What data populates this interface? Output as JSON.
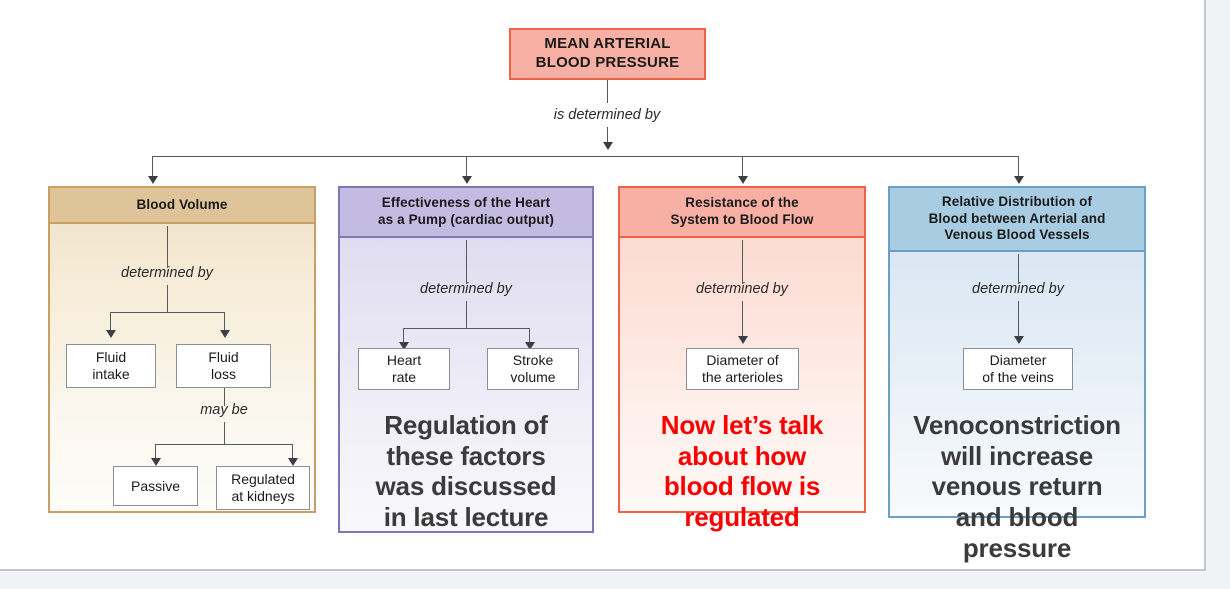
{
  "diagram": {
    "root": {
      "label_line1": "MEAN ARTERIAL",
      "label_line2": "BLOOD PRESSURE",
      "connector_label": "is determined by",
      "fill": "#f7b0a3",
      "border": "#ee6248"
    },
    "columns": [
      {
        "id": "blood-volume",
        "header_lines": [
          "Blood Volume"
        ],
        "connector_label": "determined by",
        "header_fill": "#dfc49a",
        "border": "#c8a063",
        "leaves": [
          {
            "lines": [
              "Fluid",
              "intake"
            ]
          },
          {
            "lines": [
              "Fluid",
              "loss"
            ]
          }
        ],
        "sub_connector_label": "may be",
        "sub_leaves": [
          {
            "lines": [
              "Passive"
            ]
          },
          {
            "lines": [
              "Regulated",
              "at kidneys"
            ]
          }
        ]
      },
      {
        "id": "heart-effectiveness",
        "header_lines": [
          "Effectiveness of the Heart",
          "as a Pump (cardiac output)"
        ],
        "connector_label": "determined by",
        "header_fill": "#c3bbe2",
        "border": "#7f76b8",
        "leaves": [
          {
            "lines": [
              "Heart",
              "rate"
            ]
          },
          {
            "lines": [
              "Stroke",
              "volume"
            ]
          }
        ],
        "note": {
          "lines": [
            "Regulation of",
            "these factors",
            "was discussed",
            "in last lecture"
          ],
          "color": "#3b3b3b"
        }
      },
      {
        "id": "resistance",
        "header_lines": [
          "Resistance of the",
          "System to Blood Flow"
        ],
        "connector_label": "determined by",
        "header_fill": "#f7b0a3",
        "border": "#ef6248",
        "leaves": [
          {
            "lines": [
              "Diameter of",
              "the arterioles"
            ]
          }
        ],
        "note": {
          "lines": [
            "Now let’s talk",
            "about how",
            "blood flow is",
            "regulated"
          ],
          "color": "#fa0000"
        }
      },
      {
        "id": "blood-distribution",
        "header_lines": [
          "Relative Distribution of",
          "Blood between Arterial and",
          "Venous Blood Vessels"
        ],
        "connector_label": "determined by",
        "header_fill": "#a8cde3",
        "border": "#6b9fc4",
        "leaves": [
          {
            "lines": [
              "Diameter",
              "of the veins"
            ]
          }
        ],
        "note": {
          "lines": [
            "Venoconstriction",
            "will increase",
            "venous return",
            "and blood",
            "pressure"
          ],
          "color": "#3b3b3b"
        }
      }
    ]
  }
}
